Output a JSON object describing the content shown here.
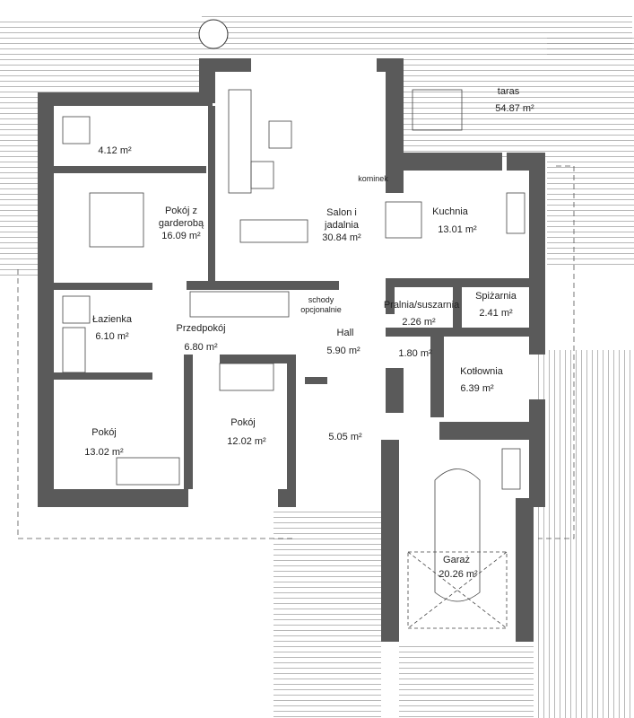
{
  "colors": {
    "wall": "#5a5a5a",
    "line": "#333333",
    "background": "#ffffff"
  },
  "rooms": [
    {
      "name": "taras",
      "area": "54.87 m²"
    },
    {
      "name": "",
      "area": "4.12 m²"
    },
    {
      "name": "Pokój z garderobą",
      "name_line1": "Pokój z",
      "name_line2": "garderobą",
      "area": "16.09 m²"
    },
    {
      "name_line1": "Salon i",
      "name_line2": "jadalnia",
      "area": "30.84 m²"
    },
    {
      "name": "Kuchnia",
      "area": "13.01 m²"
    },
    {
      "name": "Łazienka",
      "area": "6.10 m²"
    },
    {
      "name": "Przedpokój",
      "area": "6.80 m²"
    },
    {
      "name": "Hall",
      "area": "5.90 m²"
    },
    {
      "name": "Pralnia/suszarnia",
      "area": "2.26 m²"
    },
    {
      "name": "Spiżarnia",
      "area": "2.41 m²"
    },
    {
      "name": "",
      "area": "1.80 m²"
    },
    {
      "name": "Kotłownia",
      "area": "6.39 m²"
    },
    {
      "name": "",
      "area": "5.05 m²"
    },
    {
      "name": "Pokój",
      "area": "13.02 m²"
    },
    {
      "name": "Pokój",
      "area": "12.02 m²"
    },
    {
      "name": "Garaż",
      "area": "20.26 m²"
    }
  ],
  "annotations": {
    "fireplace": "kominek",
    "stairs_line1": "schody",
    "stairs_line2": "opcjonalnie"
  }
}
